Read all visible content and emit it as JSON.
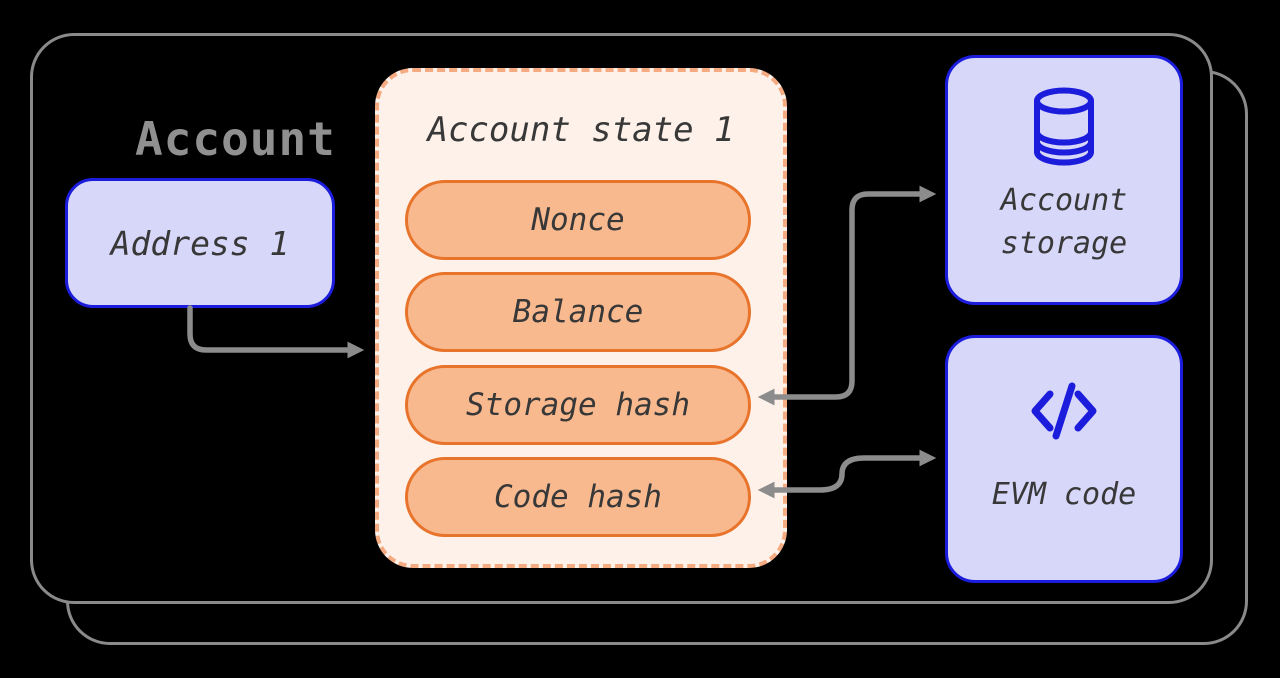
{
  "colors": {
    "page-bg": "#000000",
    "card-border": "#8a8a8a",
    "card-bg": "#000000",
    "title-gray": "#909090",
    "accent-blue": "#1c1cdd",
    "lavender": "#d7d7fa",
    "cream": "#fdf1e9",
    "orange-border": "#e8732b",
    "orange-fill": "#f9b98e",
    "dash-orange": "#f5ab81",
    "arrow-gray": "#8c8c8c",
    "text-dark": "#383838"
  },
  "card": {
    "title": "Account"
  },
  "address_box": {
    "label": "Address 1"
  },
  "state_box": {
    "title": "Account state 1",
    "fields": [
      "Nonce",
      "Balance",
      "Storage hash",
      "Code hash"
    ]
  },
  "storage_box": {
    "icon": "database-icon",
    "label_lines": [
      "Account",
      "storage"
    ]
  },
  "evm_box": {
    "icon": "code-slash-icon",
    "label": "EVM code"
  },
  "connectors": [
    {
      "from": "address-box",
      "to": "account-state-box",
      "bidirectional": false
    },
    {
      "from": "storage-hash-pill",
      "to": "account-storage-box",
      "bidirectional": true
    },
    {
      "from": "code-hash-pill",
      "to": "evm-code-box",
      "bidirectional": true
    }
  ]
}
